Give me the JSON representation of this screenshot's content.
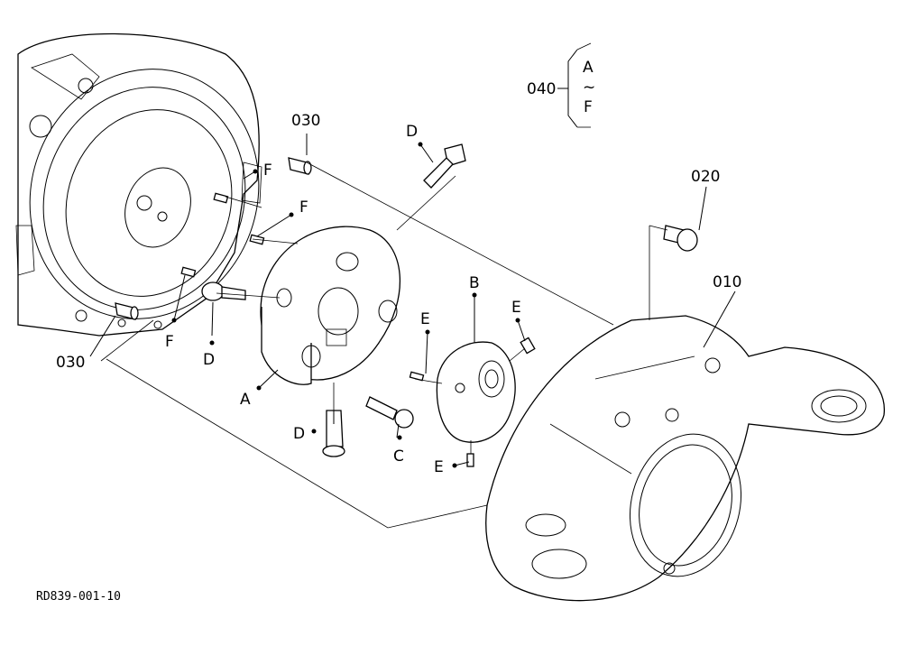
{
  "callouts": {
    "c030_top": "030",
    "c030_bottom": "030",
    "c020": "020",
    "c010": "010",
    "c040": "040",
    "range_start": "A",
    "range_tilde": "~",
    "range_end": "F",
    "A": "A",
    "B": "B",
    "C": "C",
    "D_top": "D",
    "D_left": "D",
    "D_bottom": "D",
    "E_left": "E",
    "E_right": "E",
    "E_bottom": "E",
    "F_top": "F",
    "F_mid": "F",
    "F_low": "F"
  },
  "drawing_code": "RD839-001-10"
}
